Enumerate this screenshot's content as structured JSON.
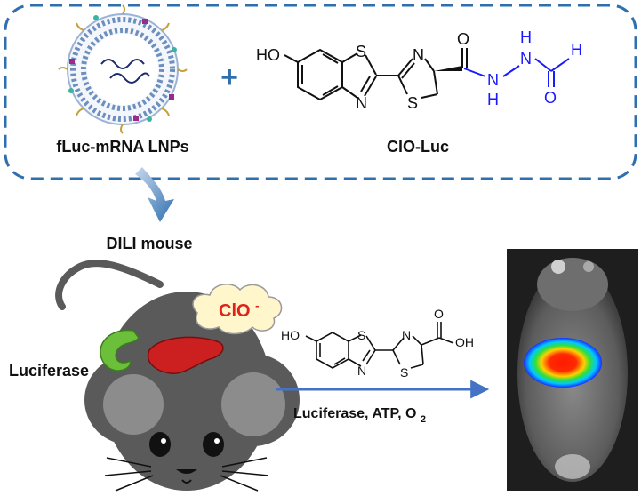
{
  "top_panel": {
    "lnp_label": "fLuc-mRNA LNPs",
    "plus_sign": "+",
    "probe_label": "ClO-Luc",
    "probe_atoms": {
      "oh": "HO",
      "s_ring": "S",
      "n_ring": "N",
      "n_thiazoline": "N",
      "s_thiazoline": "S",
      "o_carbonyl": "O",
      "nh1_h": "H",
      "nh1_n": "N",
      "nh2_n": "N",
      "nh2_h": "H",
      "formyl_h": "H",
      "formyl_o": "O"
    }
  },
  "middle": {
    "model_label": "DILI mouse"
  },
  "bottom_panel": {
    "enzyme_label": "Luciferase",
    "analyte_label": "ClO",
    "analyte_charge": "-",
    "product_atoms": {
      "oh_left": "HO",
      "s_ring": "S",
      "n_ring": "N",
      "n_thiazoline": "N",
      "s_thiazoline": "S",
      "o_acid": "O",
      "oh_acid": "OH"
    },
    "reaction_text": "Luciferase, ATP, O",
    "reaction_subscript": "2"
  },
  "colors": {
    "dashed_border": "#2f6fae",
    "plus": "#2f6fae",
    "probe_blue": "#1a1aff",
    "arrow": "#4472c4",
    "mouse": "#5a5a5a",
    "liver": "#cc1f1f",
    "enzyme": "#6bbf3a",
    "cloud_text": "#e0201b"
  }
}
